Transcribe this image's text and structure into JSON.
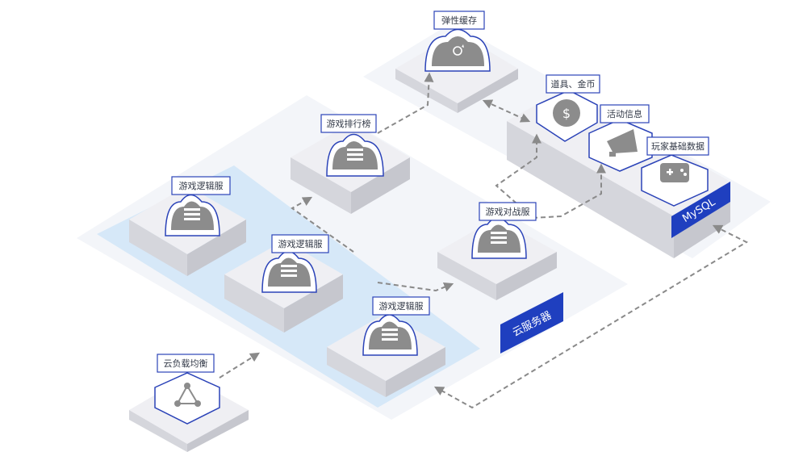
{
  "labels": {
    "elastic_cache": "弹性缓存",
    "props_coins": "道具、金币",
    "activity_info": "活动信息",
    "player_data": "玩家基础数据",
    "leaderboard": "游戏排行榜",
    "logic_server_a": "游戏逻辑服",
    "logic_server_b": "游戏逻辑服",
    "logic_server_c": "游戏逻辑服",
    "battle_server": "游戏对战服",
    "load_balancer": "云负载均衡"
  },
  "tags": {
    "cloud_server": "云服务器",
    "mysql": "MySQL"
  },
  "colors": {
    "accent": "#1f3fbf",
    "arrow": "#8a8a8a",
    "cloud": "#8c8c8c",
    "highlight": "#cfe3f7"
  },
  "icons": {
    "elastic_cache": "refresh-icon",
    "props_coins": "dollar-icon",
    "activity_info": "megaphone-icon",
    "player_data": "gamepad-icon",
    "servers": "server-stack-icon",
    "load_balancer": "network-icon"
  }
}
